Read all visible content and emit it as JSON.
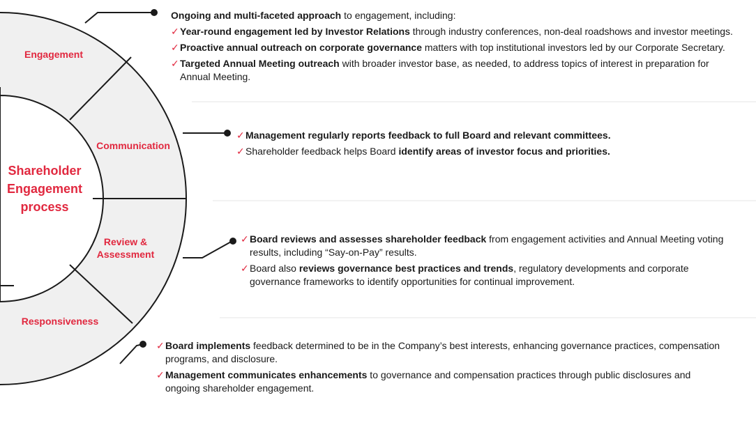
{
  "diagram": {
    "center_title_lines": [
      "Shareholder",
      "Engagement",
      "process"
    ],
    "segments": [
      {
        "label_lines": [
          "Engagement"
        ]
      },
      {
        "label_lines": [
          "Communication"
        ]
      },
      {
        "label_lines": [
          "Review &",
          "Assessment"
        ]
      },
      {
        "label_lines": [
          "Responsiveness"
        ]
      }
    ],
    "colors": {
      "accent": "#e1283f",
      "segment_fill": "#f0f0f0",
      "stroke": "#1a1a1a",
      "divider": "#e6e6e6"
    }
  },
  "blocks": [
    {
      "intro": {
        "bold": "Ongoing and multi-faceted approach",
        "rest": " to engagement, including:"
      },
      "items": [
        {
          "bold": "Year-round engagement led by Investor Relations",
          "rest": " through industry conferences, non-deal roadshows and investor meetings.",
          "cont": ""
        },
        {
          "bold": "Proactive annual outreach on corporate governance",
          "rest": " matters with top institutional investors led by our Corporate Secretary.",
          "cont": ""
        },
        {
          "bold": "Targeted Annual Meeting outreach",
          "rest": " with broader investor base, as needed, to address topics of interest in preparation for",
          "cont": "Annual Meeting."
        }
      ]
    },
    {
      "items": [
        {
          "pre": "",
          "bold": "Management regularly reports feedback to full Board and relevant committees.",
          "rest": ""
        },
        {
          "pre": "Shareholder feedback helps Board ",
          "bold": "identify areas of investor focus and priorities.",
          "rest": ""
        }
      ]
    },
    {
      "items": [
        {
          "pre": "",
          "bold": "Board reviews and assesses shareholder feedback",
          "rest": " from engagement activities and Annual Meeting voting",
          "cont": "results, including “Say-on-Pay” results."
        },
        {
          "pre": "Board also ",
          "bold": "reviews governance best practices and trends",
          "rest": ", regulatory developments and corporate",
          "cont": "governance frameworks to identify opportunities for continual improvement."
        }
      ]
    },
    {
      "items": [
        {
          "bold": "Board implements",
          "rest": " feedback determined to be in the Company’s best interests, enhancing governance practices, compensation",
          "cont": "programs, and disclosure."
        },
        {
          "bold": "Management communicates enhancements",
          "rest": " to governance and compensation practices through public disclosures and",
          "cont": "ongoing shareholder engagement."
        }
      ]
    }
  ]
}
